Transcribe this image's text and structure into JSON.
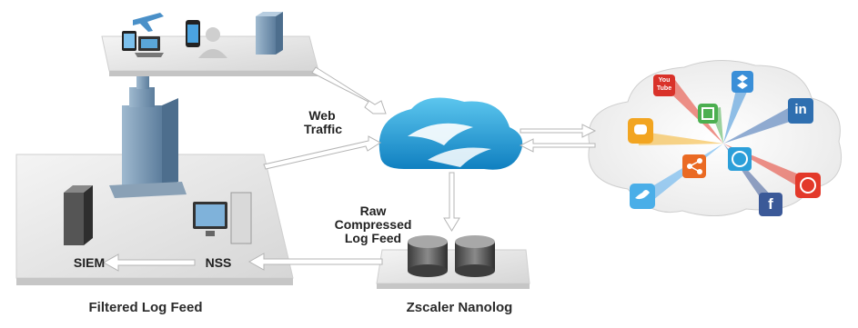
{
  "labels": {
    "web_traffic_line1": "Web",
    "web_traffic_line2": "Traffic",
    "raw_line1": "Raw",
    "raw_line2": "Compressed",
    "raw_line3": "Log Feed",
    "siem": "SIEM",
    "nss": "NSS",
    "filtered_log_feed": "Filtered Log Feed",
    "zscaler_nanolog": "Zscaler Nanolog"
  },
  "app_icons": {
    "youtube_line1": "You",
    "youtube_line2": "Tube",
    "linkedin": "in",
    "facebook": "f"
  },
  "colors": {
    "zscaler_cloud": "#1a9ad6",
    "platform": "#e3e3e3",
    "arrow": "#ffffff",
    "arrow_outline": "#bdbdbd"
  }
}
